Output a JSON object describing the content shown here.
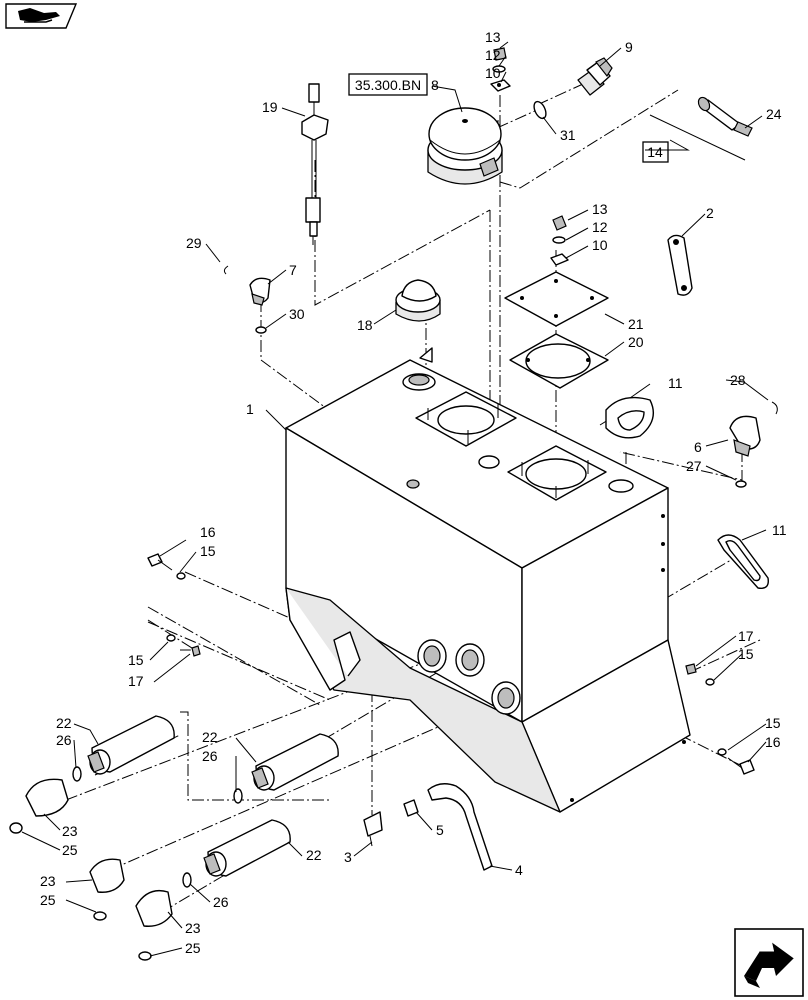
{
  "references": {
    "section": "35.300.BN",
    "callout": "14"
  },
  "callouts": {
    "c1": "1",
    "c2": "2",
    "c3": "3",
    "c4": "4",
    "c5": "5",
    "c6": "6",
    "c7": "7",
    "c8": "8",
    "c9": "9",
    "c10a": "10",
    "c10b": "10",
    "c11a": "11",
    "c11b": "11",
    "c12a": "12",
    "c12b": "12",
    "c13a": "13",
    "c13b": "13",
    "c15a": "15",
    "c15b": "15",
    "c15c": "15",
    "c15d": "15",
    "c16a": "16",
    "c16b": "16",
    "c17a": "17",
    "c17b": "17",
    "c18": "18",
    "c19": "19",
    "c20": "20",
    "c21": "21",
    "c22a": "22",
    "c22b": "22",
    "c22c": "22",
    "c23a": "23",
    "c23b": "23",
    "c23c": "23",
    "c24": "24",
    "c25a": "25",
    "c25b": "25",
    "c25c": "25",
    "c26a": "26",
    "c26b": "26",
    "c26c": "26",
    "c27": "27",
    "c28": "28",
    "c29": "29",
    "c30": "30",
    "c31": "31"
  },
  "icons": {
    "top_left": "book-hand-icon",
    "bottom_right": "next-page-arrow-icon"
  }
}
